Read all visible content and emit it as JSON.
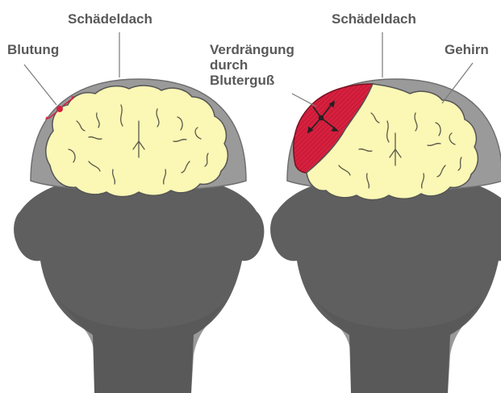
{
  "labels": {
    "left_skull": "Schädeldach",
    "left_bleeding": "Blutung",
    "right_skull": "Schädeldach",
    "right_displacement": [
      "Verdrängung",
      "durch",
      "Bluterguß"
    ],
    "right_brain": "Gehirn"
  },
  "colors": {
    "head": "#5f5f5f",
    "skull": "#9a9a9a",
    "brain": "#fbf7b5",
    "hematoma": "#d7203f",
    "label_text": "#595959",
    "leader_line": "#7a7a7a"
  }
}
